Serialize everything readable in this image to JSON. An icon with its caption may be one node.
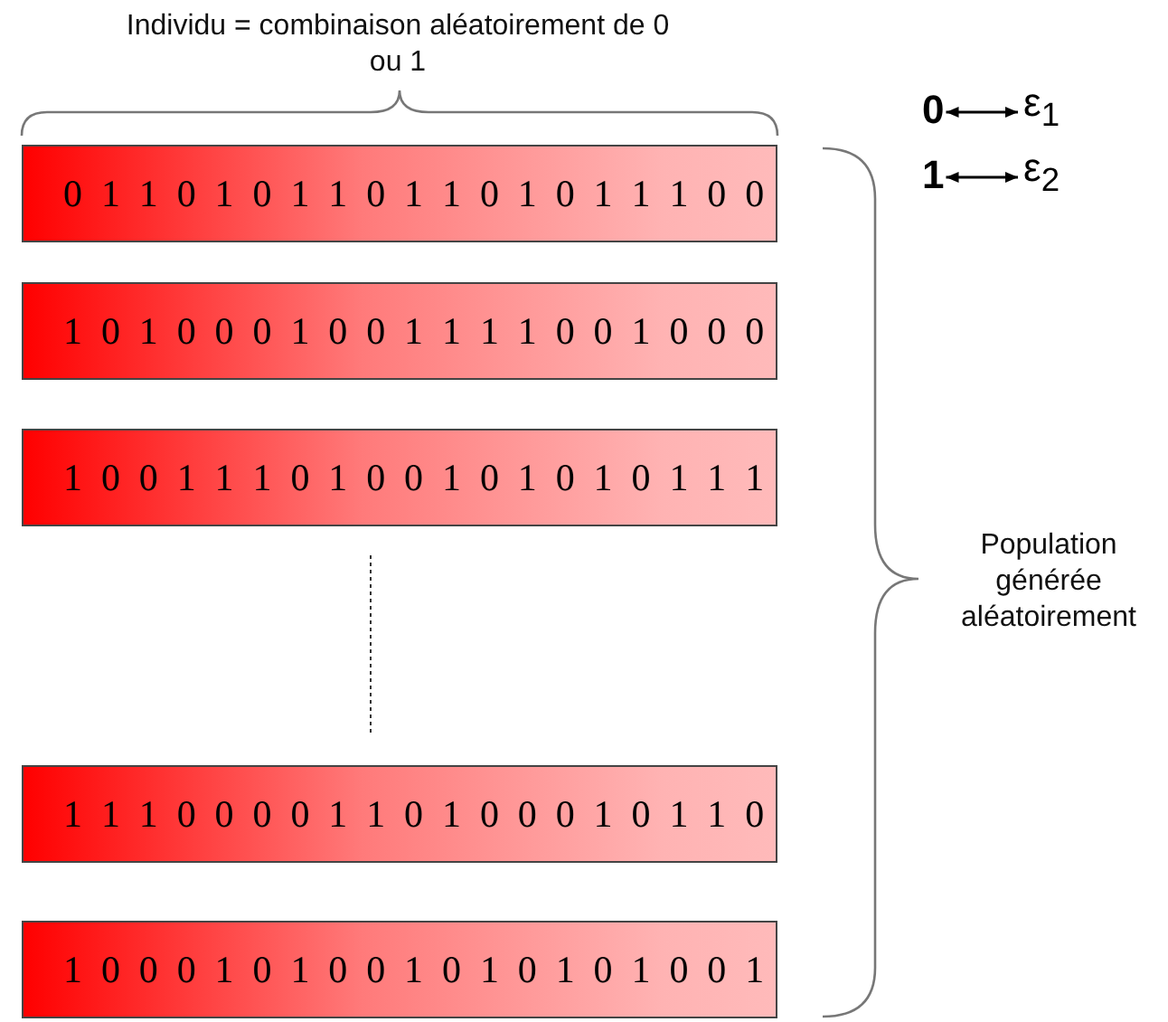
{
  "diagram": {
    "nodes": [
      {
        "text": [
          "0 1 1 0 1 0 1 1 0 1 1 0 1 0 1 1 1 0 0"
        ]
      },
      {
        "text": [
          "1 0 1 0 0 0 1 0 0 1 1 1 1 0 0 1 0 0 0"
        ]
      },
      {
        "text": [
          "1 0 0 1 1 1 0 1 0 0 1 0 1 0 1 0 1 1 1"
        ]
      },
      {
        "text": [
          "1 1 1 0 0 0 0 1 1 0 1 0 0 0 1 0 1 1 0"
        ]
      },
      {
        "text": [
          "1 0 0 0 1 0 1 0 0 1 0 1 0 1 0 1 0 0 1"
        ]
      },
      {
        "text": [
          "0"
        ]
      },
      {
        "text": [
          "ε$_{1}$"
        ]
      },
      {
        "text": [
          "1"
        ]
      },
      {
        "text": [
          "ε$_{2}$"
        ]
      }
    ],
    "edges": [
      {
        "from": 5,
        "to": 6,
        "arrow": "both"
      },
      {
        "from": 7,
        "to": 8,
        "arrow": "both"
      }
    ],
    "labels": [
      "Individu = combinaison aléatoirement de 0 ou 1",
      "Population générée aléatoirement"
    ]
  }
}
